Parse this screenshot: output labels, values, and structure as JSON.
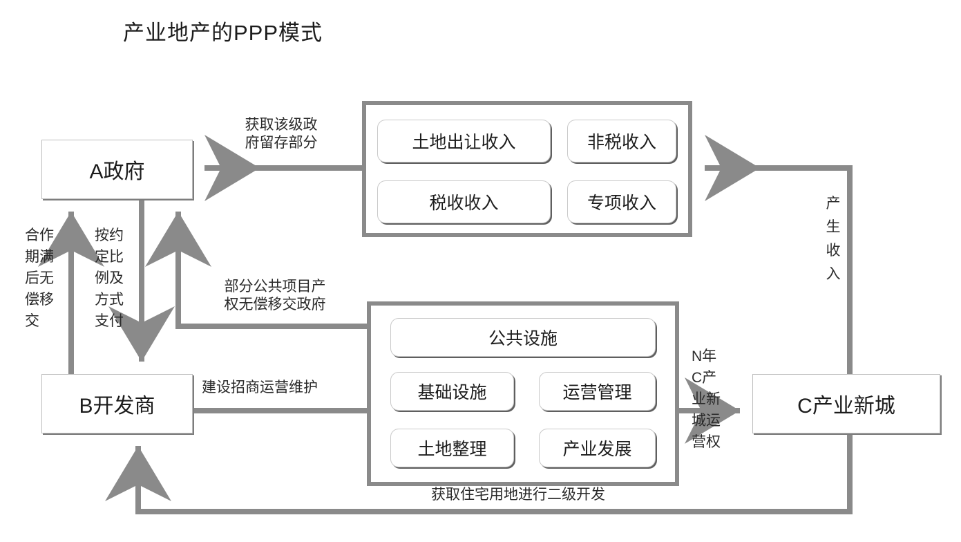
{
  "diagram": {
    "title": "产业地产的PPP模式",
    "palette": {
      "wire": "#8a8a8a",
      "node_border": "#bdbdbd",
      "node_shadow": "#7d7d7d",
      "chip_shadow": "#5f5f5f",
      "text": "#1c1c1c",
      "background": "#ffffff"
    },
    "nodes": {
      "government": "A政府",
      "developer": "B开发商",
      "new_city": "C产业新城"
    },
    "revenue_group": {
      "items": [
        "土地出让收入",
        "非税收入",
        "税收收入",
        "专项收入"
      ]
    },
    "scope_group": {
      "items": [
        "公共设施",
        "基础设施",
        "运营管理",
        "土地整理",
        "产业发展"
      ]
    },
    "edge_labels": {
      "retained_share": "获取该级政\n府留存部分",
      "transfer_public_assets": "部分公共项目产\n权无偿移交政府",
      "build_invest_operate_maintain": "建设招商运营维护",
      "residential_secondary_dev": "获取住宅用地进行二级开发",
      "free_handover_after_term": "合作\n期满\n后无\n偿移\n交",
      "payment_by_ratio": "按约\n定比\n例及\n方式\n支付",
      "n_year_operating_right": "N年\nC产\n业新\n城运\n营权",
      "generate_revenue": "产\n生\n收\n入"
    }
  }
}
